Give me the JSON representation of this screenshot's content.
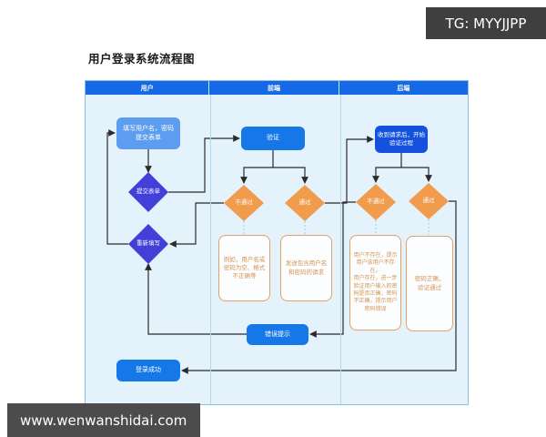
{
  "badge_top": {
    "text": "TG: MYYJJPP"
  },
  "badge_bottom": {
    "text": "www.wenwanshidai.com"
  },
  "title": "用户登录系统流程图",
  "colors": {
    "lane_header": "#1569e6",
    "lane_bg": "#e3f2fb",
    "node_blue": "#1677e8",
    "node_light_blue": "#5d9df0",
    "node_dark_blue": "#1452dd",
    "diamond_blue": "#4340d9",
    "diamond_orange": "#f19c4c",
    "note_border": "#e0a267",
    "note_text": "#d6954f",
    "edge": "#2b2b2b",
    "dashed_edge": "#9ed3d8",
    "watermark_bg": "#454545"
  },
  "lanes": [
    {
      "label": "用户"
    },
    {
      "label": "前端"
    },
    {
      "label": "后端"
    }
  ],
  "nodes": {
    "fill_form": {
      "label": "填写用户名，密码\n提交表单"
    },
    "submit_form": {
      "label": "提交表单"
    },
    "refill": {
      "label": "重新填写"
    },
    "verify": {
      "label": "验证"
    },
    "fe_fail": {
      "label": "不通过"
    },
    "fe_pass": {
      "label": "通过"
    },
    "fe_note_fail": {
      "label": "例如，用户名或密码为空、格式不正确等"
    },
    "fe_note_pass": {
      "label": "发送包含用户名和密码的请求"
    },
    "be_receive": {
      "label": "收到请求后，开始验证过程"
    },
    "be_fail": {
      "label": "不通过"
    },
    "be_pass": {
      "label": "通过"
    },
    "be_note_fail": {
      "label": "用户不存在，提示用户该用户不存在。\n用户存在，进一步验证用户输入的密码是否正确，密码不正确，提示用户密码错误"
    },
    "be_note_pass": {
      "label": "密码正确，\n验证通过"
    },
    "error_tip": {
      "label": "错误提示"
    },
    "login_success": {
      "label": "登录成功"
    }
  }
}
